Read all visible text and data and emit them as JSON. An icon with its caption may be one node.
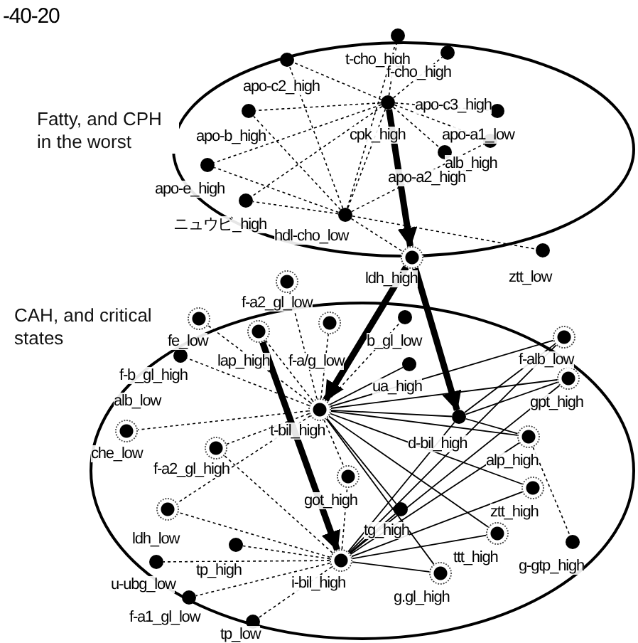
{
  "diagram": {
    "nodes": [
      {
        "text": [
          "Fatty, and CPH in the worst"
        ]
      },
      {
        "text": [],
        "shape": "circle",
        "beside": [
          "t-cho_high"
        ]
      },
      {
        "text": [],
        "shape": "circle",
        "beside": [
          "f-cho_high"
        ],
        "in": 0
      },
      {
        "text": [],
        "shape": "circle",
        "beside": [
          "apo-c2_high"
        ],
        "in": 0
      },
      {
        "text": [],
        "shape": "circle",
        "beside": [
          "cpk_high"
        ],
        "in": 0
      },
      {
        "text": [],
        "shape": "circle",
        "beside": [
          "apo-c3_high"
        ],
        "in": 0
      },
      {
        "text": [],
        "shape": "circle",
        "beside": [
          "apo-b_high"
        ],
        "in": 0
      },
      {
        "text": [],
        "shape": "circle",
        "beside": [
          "apo-a1_low"
        ],
        "in": 0
      },
      {
        "text": [],
        "shape": "circle",
        "beside": [
          "alb_high"
        ],
        "in": 0
      },
      {
        "text": [],
        "shape": "circle",
        "beside": [
          "apo-e_high"
        ],
        "in": 0
      },
      {
        "text": [],
        "shape": "circle",
        "beside": [
          "ニュウビ_high"
        ],
        "in": 0
      },
      {
        "text": [],
        "shape": "circle",
        "beside": [
          "hdl-cho_low"
        ],
        "in": 0
      },
      {
        "text": [],
        "shape": "circle",
        "beside": [
          "ldh_high"
        ]
      },
      {
        "text": [],
        "shape": "circle",
        "beside": [
          "ztt_low"
        ]
      },
      {
        "text": [
          "CAH, and critical states"
        ]
      },
      {
        "text": [],
        "shape": "circle",
        "beside": [
          "f-a2_gl_low"
        ]
      },
      {
        "text": [],
        "shape": "circle",
        "beside": [
          "fe_low"
        ]
      },
      {
        "text": [],
        "shape": "circle",
        "beside": [
          "lap_high"
        ],
        "in": 14
      },
      {
        "text": [],
        "shape": "circle",
        "beside": [
          "f-a/g_low"
        ],
        "in": 14
      },
      {
        "text": [],
        "shape": "circle",
        "beside": [
          "b_gl_low"
        ],
        "in": 14
      },
      {
        "text": [],
        "shape": "circle",
        "beside": [
          "f-b_gl_high"
        ],
        "in": 14
      },
      {
        "text": [],
        "shape": "circle",
        "beside": [
          "ua_high"
        ],
        "in": 14
      },
      {
        "text": [],
        "shape": "circle",
        "beside": [
          "f-alb_low"
        ]
      },
      {
        "text": [],
        "shape": "circle",
        "beside": [
          "gpt_high"
        ],
        "in": 14
      },
      {
        "text": [],
        "shape": "circle",
        "beside": [
          "t-bil_high"
        ],
        "in": 14
      },
      {
        "text": [],
        "shape": "circle",
        "beside": [
          "d-bil_high"
        ],
        "in": 14
      },
      {
        "text": [],
        "shape": "circle",
        "beside": [
          "che_low"
        ],
        "in": 14
      },
      {
        "text": [],
        "shape": "circle",
        "beside": [
          "f-a2_gl_high"
        ],
        "in": 14
      },
      {
        "text": [],
        "shape": "circle",
        "beside": [
          "alp_high"
        ],
        "in": 14
      },
      {
        "text": [],
        "shape": "circle",
        "beside": [
          "got_high"
        ],
        "in": 14
      },
      {
        "text": [],
        "shape": "circle",
        "beside": [
          "ztt_high"
        ],
        "in": 14
      },
      {
        "text": [],
        "shape": "circle",
        "beside": [
          "tg_high"
        ],
        "in": 14
      },
      {
        "text": [],
        "shape": "circle",
        "beside": [
          "ldh_low"
        ],
        "in": 14
      },
      {
        "text": [],
        "shape": "circle",
        "beside": [
          "ttt_high"
        ],
        "in": 14
      },
      {
        "text": [],
        "shape": "circle",
        "beside": [
          "g-gtp_high"
        ],
        "in": 14
      },
      {
        "text": [],
        "shape": "circle",
        "beside": [
          "tp_high"
        ],
        "in": 14
      },
      {
        "text": [],
        "shape": "circle",
        "beside": [
          "i-bil_high"
        ],
        "in": 14
      },
      {
        "text": [],
        "shape": "circle",
        "beside": [
          "g.gl_high"
        ],
        "in": 14
      },
      {
        "text": [],
        "shape": "circle",
        "beside": [
          "u-ubg_low"
        ],
        "in": 14
      },
      {
        "text": [],
        "shape": "circle",
        "beside": [
          "f-a1_gl_low"
        ],
        "in": 14
      },
      {
        "text": [],
        "shape": "circle",
        "beside": [
          "tp_low"
        ],
        "in": 14
      }
    ],
    "edges": [
      {
        "from": 4,
        "to": 12,
        "arrow": "to",
        "style": "thick"
      },
      {
        "from": 12,
        "to": 24,
        "arrow": "to",
        "style": "thick"
      },
      {
        "from": 12,
        "to": 25,
        "arrow": "to",
        "style": "thick"
      },
      {
        "from": 17,
        "to": 36,
        "arrow": "to",
        "style": "thick"
      },
      {
        "from": 4,
        "to": 1,
        "arrow": "none",
        "style": "dashed"
      },
      {
        "from": 4,
        "to": 2,
        "arrow": "none",
        "style": "dashed"
      },
      {
        "from": 4,
        "to": 3,
        "arrow": "none",
        "style": "dashed"
      },
      {
        "from": 4,
        "to": 5,
        "arrow": "none",
        "style": "dashed"
      },
      {
        "from": 4,
        "to": 6,
        "arrow": "none",
        "style": "dashed"
      },
      {
        "from": 4,
        "to": 7,
        "arrow": "none",
        "style": "dashed"
      },
      {
        "from": 4,
        "to": 8,
        "arrow": "none",
        "style": "dashed"
      },
      {
        "from": 4,
        "to": 9,
        "arrow": "none",
        "style": "dashed"
      },
      {
        "from": 4,
        "to": 10,
        "arrow": "none",
        "style": "dashed"
      },
      {
        "from": 4,
        "to": 11,
        "arrow": "none",
        "style": "dashed"
      },
      {
        "from": 11,
        "to": 3,
        "arrow": "none",
        "style": "dashed"
      },
      {
        "from": 11,
        "to": 6,
        "arrow": "none",
        "style": "dashed"
      },
      {
        "from": 11,
        "to": 9,
        "arrow": "none",
        "style": "dashed"
      },
      {
        "from": 11,
        "to": 10,
        "arrow": "none",
        "style": "dashed"
      },
      {
        "from": 11,
        "to": 1,
        "arrow": "none",
        "style": "dashed"
      },
      {
        "from": 11,
        "to": 7,
        "arrow": "none",
        "style": "dashed"
      },
      {
        "from": 11,
        "to": 12,
        "arrow": "none",
        "style": "dashed"
      },
      {
        "from": 11,
        "to": 13,
        "arrow": "none",
        "style": "dashed"
      },
      {
        "from": 24,
        "to": 22,
        "arrow": "none"
      },
      {
        "from": 24,
        "to": 23,
        "arrow": "none"
      },
      {
        "from": 24,
        "to": 28,
        "arrow": "none"
      },
      {
        "from": 24,
        "to": 30,
        "arrow": "none"
      },
      {
        "from": 24,
        "to": 33,
        "arrow": "none"
      },
      {
        "from": 24,
        "to": 37,
        "arrow": "none"
      },
      {
        "from": 24,
        "to": 31,
        "arrow": "none"
      },
      {
        "from": 24,
        "to": 25,
        "arrow": "none"
      },
      {
        "from": 24,
        "to": 21,
        "arrow": "none"
      },
      {
        "from": 36,
        "to": 22,
        "arrow": "none"
      },
      {
        "from": 36,
        "to": 23,
        "arrow": "none"
      },
      {
        "from": 36,
        "to": 28,
        "arrow": "none"
      },
      {
        "from": 36,
        "to": 30,
        "arrow": "none"
      },
      {
        "from": 36,
        "to": 33,
        "arrow": "none"
      },
      {
        "from": 36,
        "to": 37,
        "arrow": "none"
      },
      {
        "from": 36,
        "to": 31,
        "arrow": "none"
      },
      {
        "from": 36,
        "to": 25,
        "arrow": "none"
      },
      {
        "from": 25,
        "to": 22,
        "arrow": "none"
      },
      {
        "from": 25,
        "to": 23,
        "arrow": "none"
      },
      {
        "from": 25,
        "to": 28,
        "arrow": "none"
      },
      {
        "from": 24,
        "to": 16,
        "arrow": "none",
        "style": "dashed"
      },
      {
        "from": 24,
        "to": 17,
        "arrow": "none",
        "style": "dashed"
      },
      {
        "from": 24,
        "to": 20,
        "arrow": "none",
        "style": "dashed"
      },
      {
        "from": 24,
        "to": 26,
        "arrow": "none",
        "style": "dashed"
      },
      {
        "from": 24,
        "to": 27,
        "arrow": "none",
        "style": "dashed"
      },
      {
        "from": 24,
        "to": 32,
        "arrow": "none",
        "style": "dashed"
      },
      {
        "from": 24,
        "to": 29,
        "arrow": "none",
        "style": "dashed"
      },
      {
        "from": 24,
        "to": 18,
        "arrow": "none",
        "style": "dashed"
      },
      {
        "from": 24,
        "to": 19,
        "arrow": "none",
        "style": "dashed"
      },
      {
        "from": 24,
        "to": 15,
        "arrow": "none",
        "style": "dashed"
      },
      {
        "from": 36,
        "to": 35,
        "arrow": "none",
        "style": "dashed"
      },
      {
        "from": 36,
        "to": 38,
        "arrow": "none",
        "style": "dashed"
      },
      {
        "from": 36,
        "to": 39,
        "arrow": "none",
        "style": "dashed"
      },
      {
        "from": 36,
        "to": 40,
        "arrow": "none",
        "style": "dashed"
      },
      {
        "from": 36,
        "to": 32,
        "arrow": "none",
        "style": "dashed"
      },
      {
        "from": 36,
        "to": 29,
        "arrow": "none",
        "style": "dashed"
      },
      {
        "from": 36,
        "to": 27,
        "arrow": "none",
        "style": "dashed"
      },
      {
        "from": 28,
        "to": 34,
        "arrow": "none",
        "style": "dashed"
      }
    ],
    "labels": [
      "-40-20",
      "apo-a2_high",
      "alb_low"
    ]
  }
}
